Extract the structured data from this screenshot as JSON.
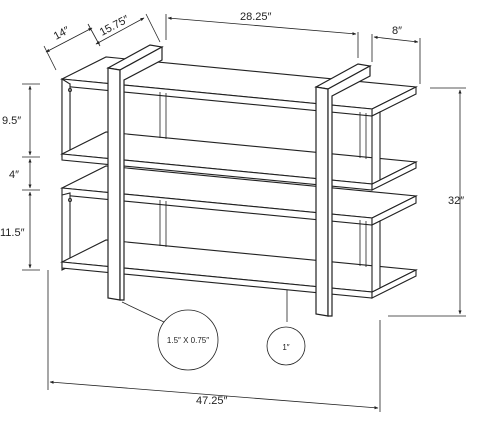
{
  "dimensions": {
    "depth_top": "14″",
    "depth_side": "15.75″",
    "width_middle": "28.25″",
    "depth_right": "8″",
    "shelf_upper": "9.5″",
    "gap": "4″",
    "shelf_lower": "11.5″",
    "height_total": "32″",
    "width_total": "47.25″"
  },
  "callouts": {
    "leg_profile": "1.5″ X 0.75″",
    "foot_diameter": "1″"
  }
}
